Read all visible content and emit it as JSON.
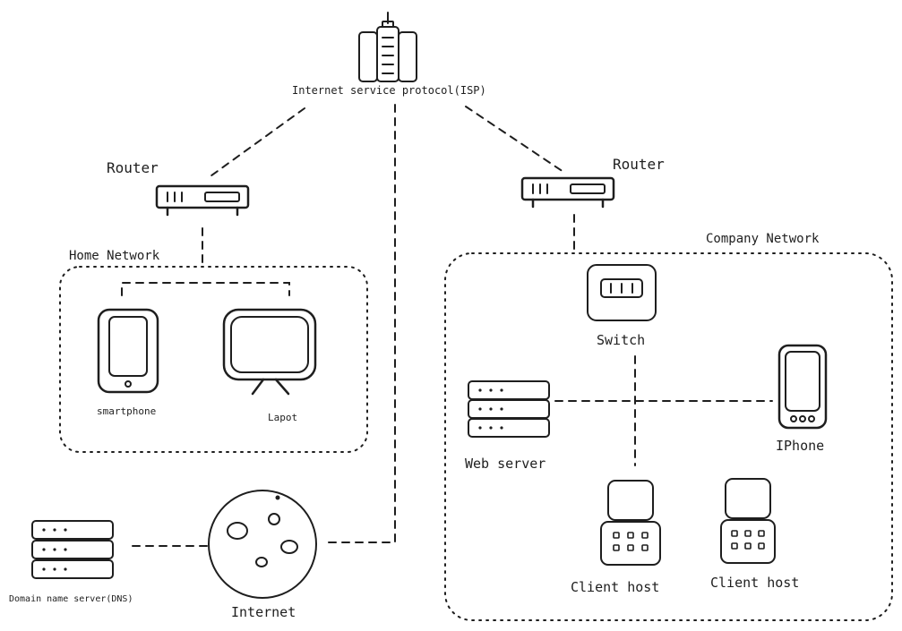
{
  "labels": {
    "isp": "Internet service protocol(ISP)",
    "router_left": "Router",
    "router_right": "Router",
    "home_network": "Home Network",
    "company_network": "Company Network",
    "smartphone": "smartphone",
    "laptop": "Lapot",
    "switch": "Switch",
    "web_server": "Web server",
    "iphone": "IPhone",
    "client_host_1": "Client host",
    "client_host_2": "Client host",
    "internet": "Internet",
    "dns": "Domain name server(DNS)"
  },
  "icons": {
    "isp": "building-icon",
    "router": "router-icon",
    "smartphone": "smartphone-icon",
    "laptop": "monitor-icon",
    "switch": "switch-icon",
    "server": "server-icon",
    "iphone": "phone-icon",
    "client": "client-host-icon",
    "internet": "globe-icon"
  },
  "colors": {
    "stroke": "#1e1e1e",
    "background": "#ffffff"
  }
}
